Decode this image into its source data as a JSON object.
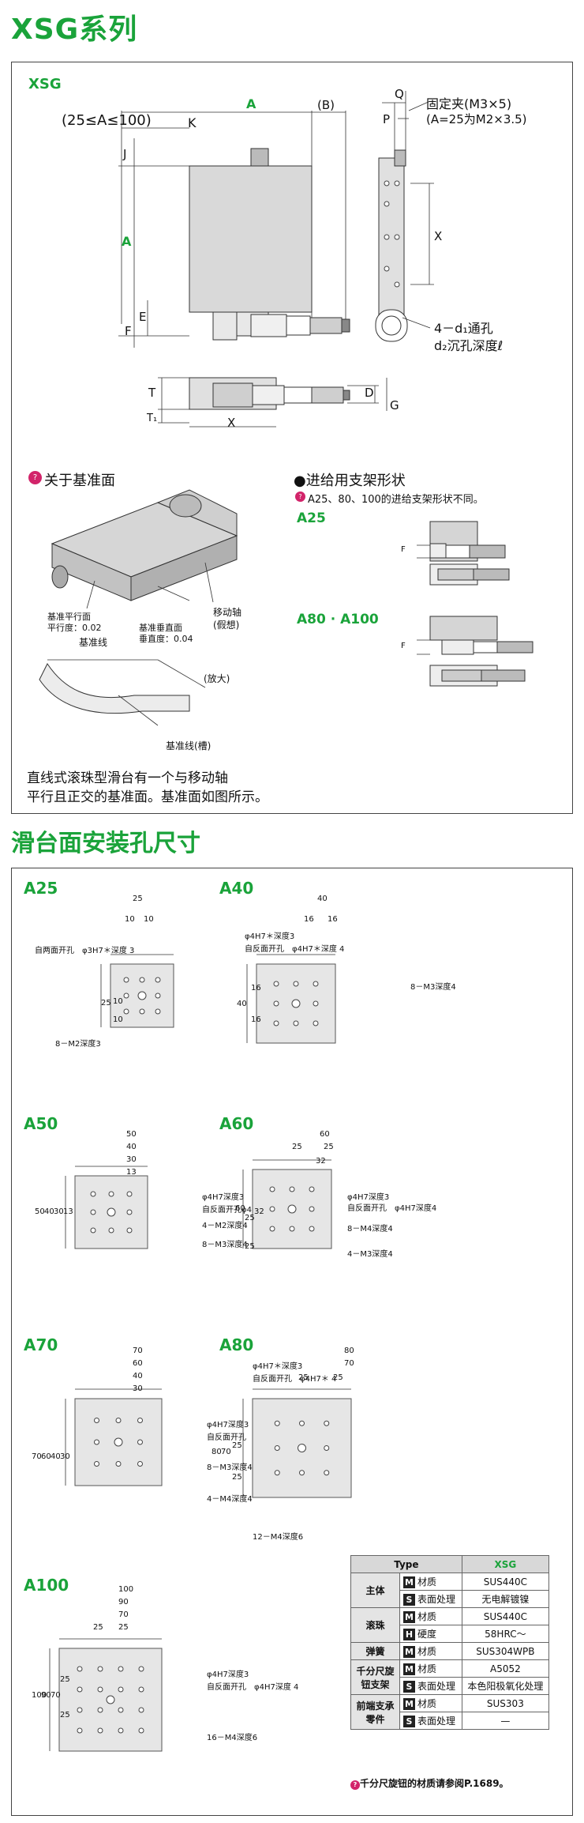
{
  "page": {
    "title": "XSG系列",
    "section2_title": "滑台面安装孔尺寸"
  },
  "overview": {
    "model": "XSG",
    "range": "(25≤A≤100)",
    "dim_labels": {
      "A": "A",
      "K": "K",
      "B": "(B)",
      "J": "J",
      "E": "E",
      "F": "F",
      "Q": "Q",
      "P": "P",
      "X": "X",
      "T": "T",
      "T1": "T₁",
      "D": "D",
      "G": "G"
    },
    "clamp": "固定夹(M3×5)",
    "clamp_note": "(A=25为M2×3.5)",
    "holes1": "4－d₁通孔",
    "holes2": "d₂沉孔深度ℓ",
    "ref_title": "关于基准面",
    "ref_parallel": "基准平行面",
    "ref_parallel_val": "平行度：0.02",
    "ref_perp": "基准垂直面",
    "ref_perp_val": "垂直度：0.04",
    "ref_line": "基准线",
    "axis": "移动轴",
    "axis_note": "(假想)",
    "zoom": "(放大)",
    "groove": "基准线(槽)",
    "desc1": "直线式滚珠型滑台有一个与移动轴",
    "desc2": "平行且正交的基准面。基准面如图所示。",
    "feed_title": "●进给用支架形状",
    "feed_note": "A25、80、100的进给支架形状不同。",
    "a25": "A25",
    "a80": "A80 · A100"
  },
  "diagrams": [
    {
      "label": "A25",
      "notes": [
        "25",
        "10",
        "10",
        "自两面开孔　φ3H7＊深度 3",
        "25",
        "10",
        "10",
        "8－M2深度3"
      ]
    },
    {
      "label": "A40",
      "notes": [
        "40",
        "16",
        "16",
        "φ4H7＊深度3",
        "自反面开孔　φ4H7＊深度 4",
        "8－M3深度4",
        "40",
        "16",
        "16"
      ]
    },
    {
      "label": "A50",
      "notes": [
        "50",
        "40",
        "30",
        "13",
        "φ4H7深度3",
        "自反面开孔φ4H7深度4",
        "4－M2深度4",
        "8－M3深度4",
        "50",
        "40",
        "30",
        "13"
      ]
    },
    {
      "label": "A60",
      "notes": [
        "60",
        "25",
        "25",
        "32",
        "φ4H7深度3",
        "自反面开孔　φ4H7深度4",
        "8－M4深度4",
        "4－M3深度4",
        "60",
        "25",
        "32",
        "25"
      ]
    },
    {
      "label": "A70",
      "notes": [
        "70",
        "60",
        "40",
        "30",
        "φ4H7深度3",
        "自反面开孔　φ4H7深度 4",
        "8－M3深度4",
        "4－M4深度4",
        "70",
        "60",
        "40",
        "30"
      ]
    },
    {
      "label": "A80",
      "notes": [
        "80",
        "70",
        "25",
        "25",
        "φ4H7＊深度3",
        "自反面开孔　φ4H7＊ 4",
        "12－M4深度6",
        "80",
        "70",
        "25",
        "25"
      ]
    },
    {
      "label": "A100",
      "notes": [
        "100",
        "90",
        "70",
        "25",
        "25",
        "φ4H7深度3",
        "自反面开孔　φ4H7深度 4",
        "16－M4深度6",
        "100",
        "90",
        "70",
        "25",
        "25"
      ]
    }
  ],
  "spec_table": {
    "header": [
      "Type",
      "XSG"
    ],
    "rows": [
      {
        "cat": "主体",
        "mark": "M",
        "prop": "材质",
        "val": "SUS440C"
      },
      {
        "cat": "",
        "mark": "S",
        "prop": "表面处理",
        "val": "无电解镀镍"
      },
      {
        "cat": "滚珠",
        "mark": "M",
        "prop": "材质",
        "val": "SUS440C"
      },
      {
        "cat": "",
        "mark": "H",
        "prop": "硬度",
        "val": "58HRC～"
      },
      {
        "cat": "弹簧",
        "mark": "M",
        "prop": "材质",
        "val": "SUS304WPB"
      },
      {
        "cat": "千分尺旋钮支架",
        "mark": "M",
        "prop": "材质",
        "val": "A5052"
      },
      {
        "cat": "",
        "mark": "S",
        "prop": "表面处理",
        "val": "本色阳极氧化处理"
      },
      {
        "cat": "前端支承零件",
        "mark": "M",
        "prop": "材质",
        "val": "SUS303"
      },
      {
        "cat": "",
        "mark": "S",
        "prop": "表面处理",
        "val": "—"
      }
    ],
    "note": "千分尺旋钮的材质请参阅P.1689。"
  }
}
